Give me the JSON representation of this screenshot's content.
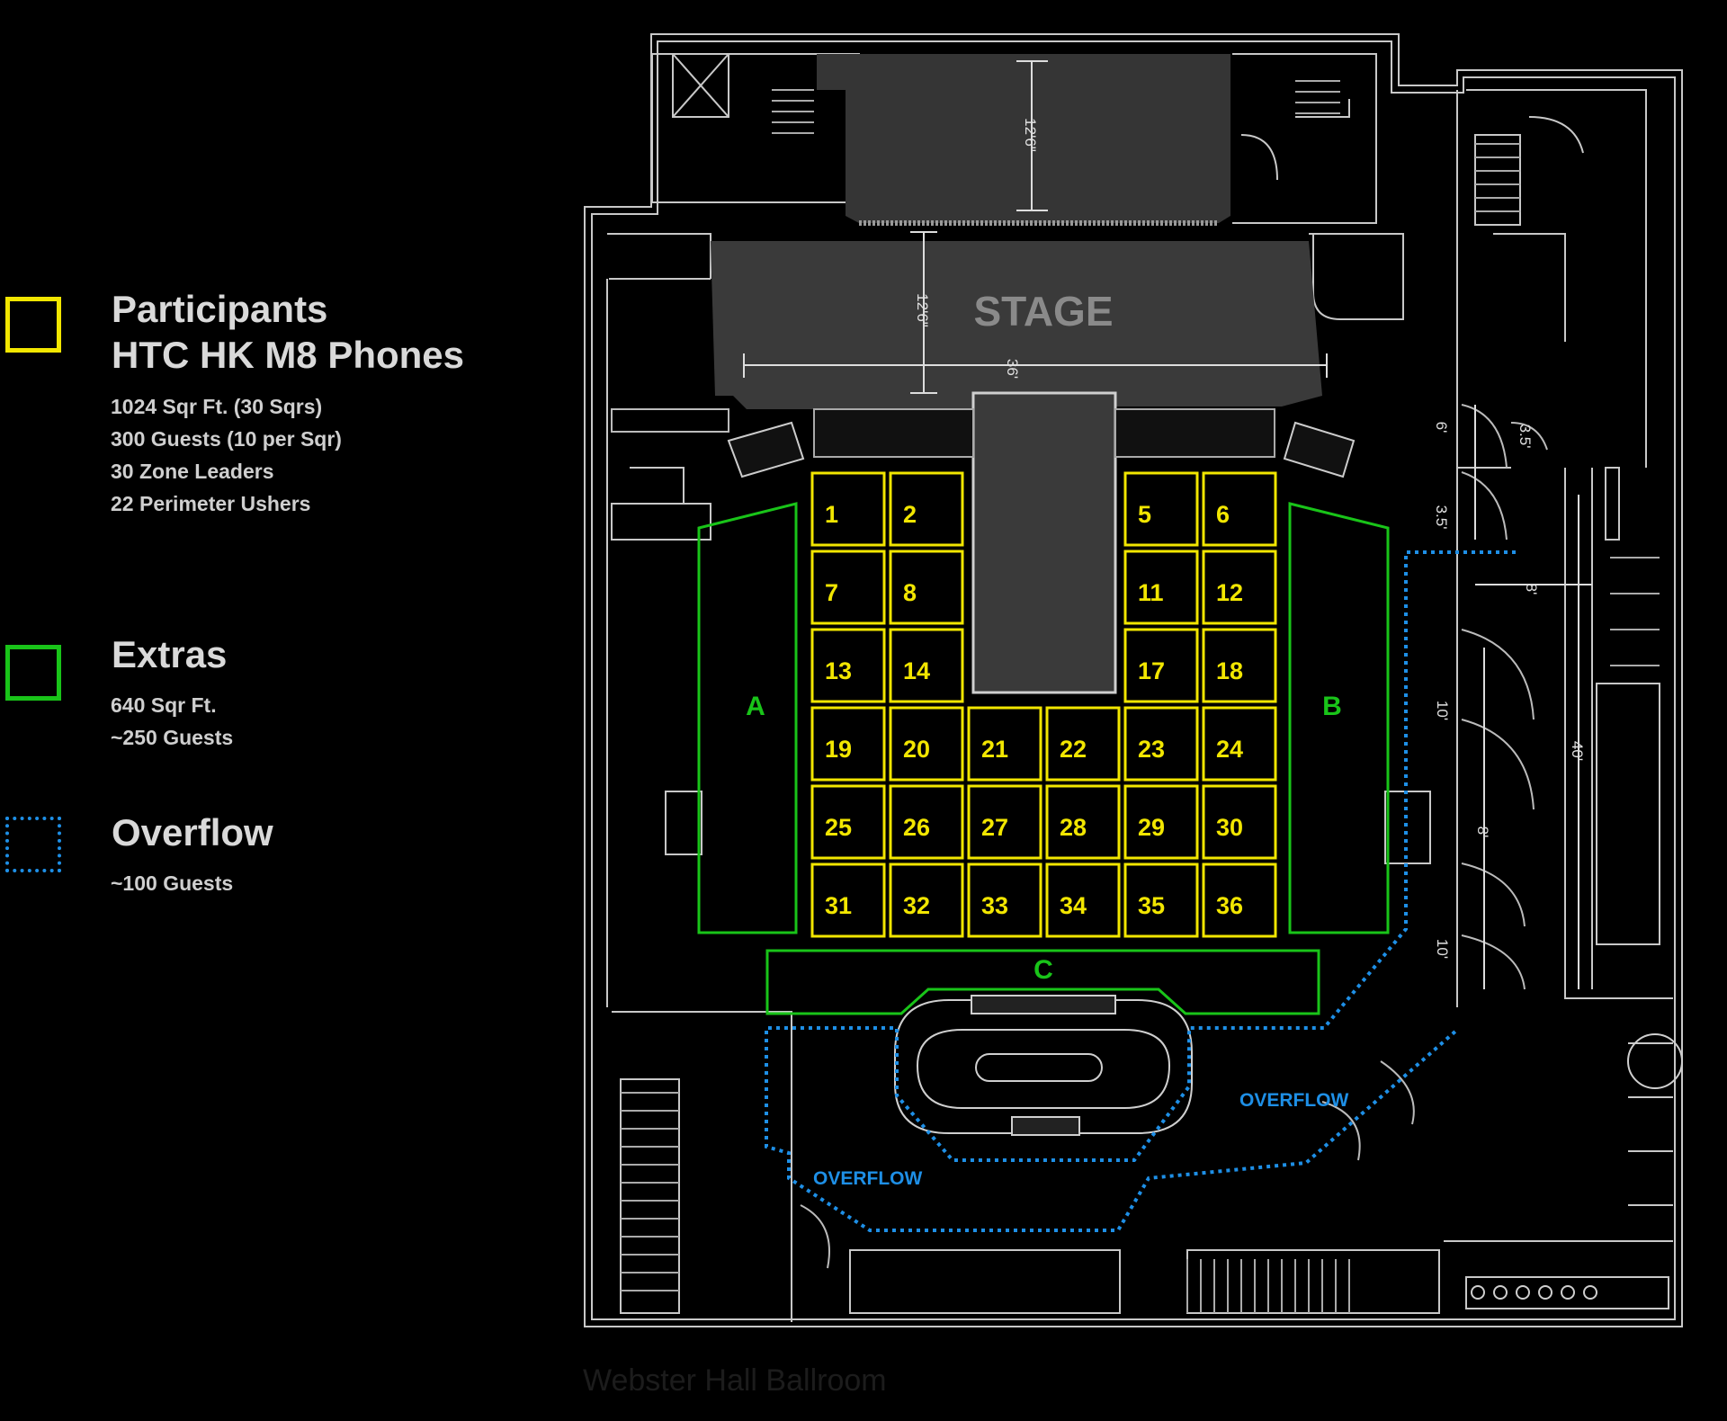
{
  "legend": {
    "participants": {
      "title_line1": "Participants",
      "title_line2": "HTC HK M8 Phones",
      "details": [
        "1024 Sqr Ft. (30 Sqrs)",
        "300 Guests (10 per Sqr)",
        "30 Zone Leaders",
        "22 Perimeter Ushers"
      ],
      "color": "#f2e600"
    },
    "extras": {
      "title": "Extras",
      "details": [
        "640 Sqr Ft.",
        "~250 Guests"
      ],
      "color": "#19c419"
    },
    "overflow": {
      "title": "Overflow",
      "details": [
        "~100 Guests"
      ],
      "color": "#1e8fe6"
    }
  },
  "plan": {
    "stage_label": "STAGE",
    "zones": {
      "a": "A",
      "b": "B",
      "c": "C"
    },
    "overflow_labels": [
      "OVERFLOW",
      "OVERFLOW"
    ],
    "dimensions": {
      "back_height": "12'6\"",
      "stage_depth": "12'6\"",
      "stage_width": "36'",
      "d_6": "6'",
      "d_35_top": "3.5'",
      "d_35_side": "3.5'",
      "d_8_top": "8'",
      "d_10_upper": "10'",
      "d_40": "40'",
      "d_8_lower": "8'",
      "d_10_lower": "10'"
    },
    "grid_labels": [
      "1",
      "2",
      "",
      "",
      "5",
      "6",
      "7",
      "8",
      "",
      "",
      "11",
      "12",
      "13",
      "14",
      "",
      "",
      "17",
      "18",
      "19",
      "20",
      "21",
      "22",
      "23",
      "24",
      "25",
      "26",
      "27",
      "28",
      "29",
      "30",
      "31",
      "32",
      "33",
      "34",
      "35",
      "36"
    ]
  },
  "caption": "Webster Hall Ballroom"
}
